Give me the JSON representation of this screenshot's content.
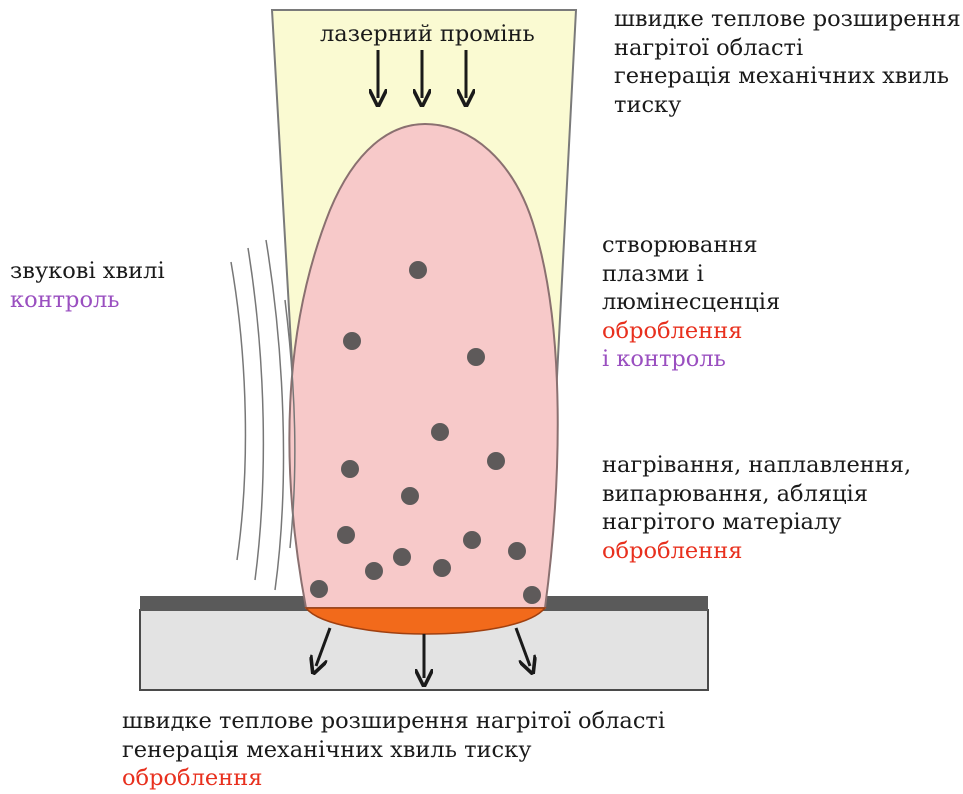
{
  "beam_label": "лазерний промінь",
  "top_right": {
    "line1": "швидке теплове розширення",
    "line2": "нагрітої області",
    "line3": "генерація механічних хвиль",
    "line4": "тиску"
  },
  "left": {
    "label": "звукові хвилі",
    "tag": "контроль"
  },
  "plasma": {
    "line1": "створювання",
    "line2": "плазми і",
    "line3": "люмінесценція",
    "tag1": "оброблення",
    "tag2": "і контроль"
  },
  "heating": {
    "line1": "нагрівання, наплавлення,",
    "line2": "випарювання, абляція",
    "line3": "нагрітого матеріалу",
    "tag": "оброблення"
  },
  "bottom": {
    "line1": "швидке теплове розширення нагрітої області",
    "line2": "генерація механічних хвиль тиску",
    "tag": "оброблення"
  },
  "colors": {
    "beam": "#fafad2",
    "plume": "#f7c9c9",
    "particle": "#5e5a5a",
    "melt_pool": "#f26a1b",
    "substrate": "#e3e3e3",
    "surface_layer": "#5a5a5a",
    "processing_tag": "#e8301e",
    "control_tag": "#9a4fc0"
  }
}
